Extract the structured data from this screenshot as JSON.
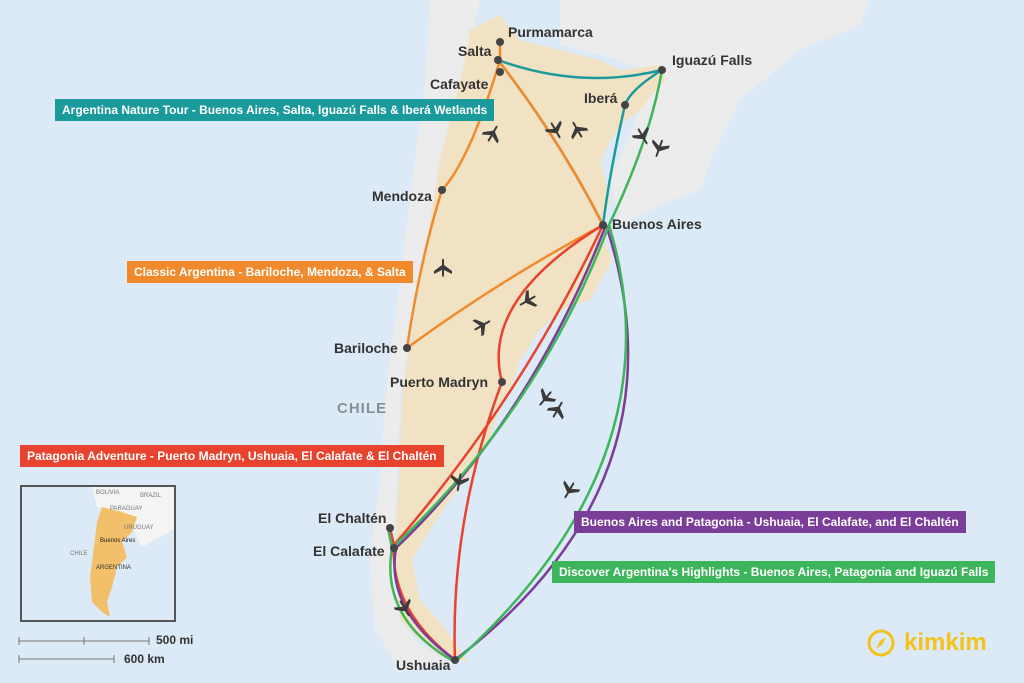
{
  "cities": {
    "purmamarca": "Purmamarca",
    "salta": "Salta",
    "cafayate": "Cafayate",
    "iguazu": "Iguazú Falls",
    "ibera": "Iberá",
    "mendoza": "Mendoza",
    "buenos_aires": "Buenos Aires",
    "bariloche": "Bariloche",
    "puerto_madryn": "Puerto Madryn",
    "el_chalten": "El Chaltén",
    "el_calafate": "El Calafate",
    "ushuaia": "Ushuaia"
  },
  "countries": {
    "chile": "CHILE"
  },
  "routes": [
    {
      "label": "Argentina Nature Tour - Buenos Aires, Salta, Iguazú Falls & Iberá Wetlands",
      "color": "#1b9a9b"
    },
    {
      "label": "Classic Argentina - Bariloche, Mendoza, & Salta",
      "color": "#f08a2c"
    },
    {
      "label": "Patagonia Adventure - Puerto Madryn, Ushuaia, El Calafate & El Chaltén",
      "color": "#e8432f"
    },
    {
      "label": "Buenos Aires and Patagonia - Ushuaia, El Calafate, and El Chaltén",
      "color": "#7a3d98"
    },
    {
      "label": "Discover Argentina's Highlights - Buenos Aires, Patagonia and Iguazú Falls",
      "color": "#3db65b"
    }
  ],
  "inset": {
    "bolivia": "BOLIVIA",
    "brazil": "BRAZIL",
    "paraguay": "PARAGUAY",
    "uruguay": "URUGUAY",
    "chile": "CHILE",
    "argentina": "ARGENTINA",
    "buenos_aires": "Buenos Aires"
  },
  "scale": {
    "miles": "500 mi",
    "km": "600 km"
  },
  "logo": {
    "text": "kimkim"
  }
}
